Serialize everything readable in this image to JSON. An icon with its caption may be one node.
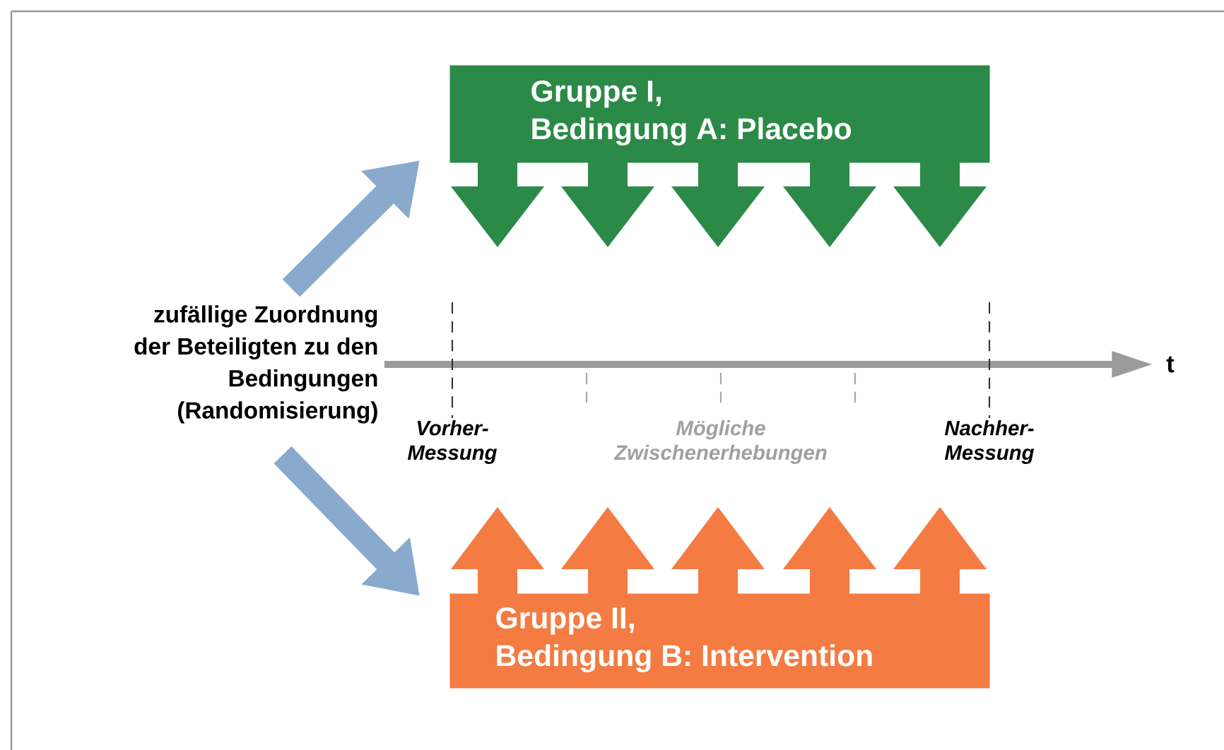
{
  "diagram": {
    "nodes": [
      {
        "text": [
          "Gruppe I, Bedingung A: Placebo"
        ]
      },
      {
        "text": [
          "Gruppe II, Bedingung B: Intervention"
        ]
      },
      {
        "text": [
          "zufällige Zuordnung der Beteiligten zu den Bedingungen (Randomisierung)"
        ]
      }
    ],
    "edges": [
      {
        "from": 2,
        "to": 0,
        "arrow": "to"
      },
      {
        "from": 2,
        "to": 1,
        "arrow": "to"
      }
    ],
    "labels": [
      "t",
      "Vorher-Messung",
      "Mögliche Zwischenerhebungen",
      "Nachher-Messung"
    ]
  }
}
